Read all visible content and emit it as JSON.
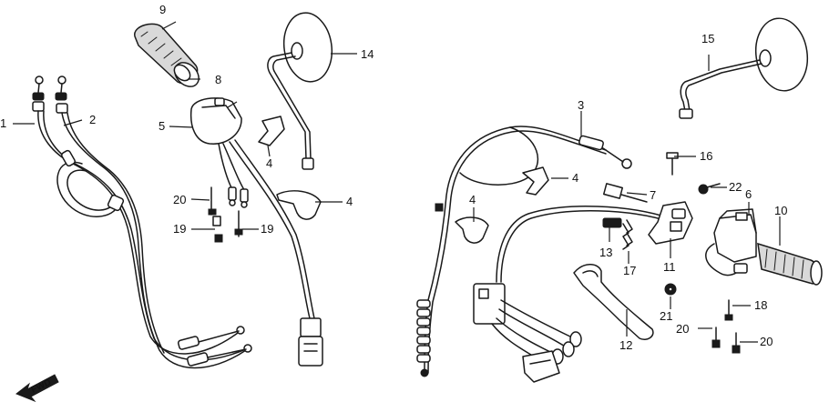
{
  "diagram": {
    "callouts": [
      {
        "id": "c1",
        "text": "1"
      },
      {
        "id": "c2",
        "text": "2"
      },
      {
        "id": "c3",
        "text": "3"
      },
      {
        "id": "c4a",
        "text": "4"
      },
      {
        "id": "c4b",
        "text": "4"
      },
      {
        "id": "c4c",
        "text": "4"
      },
      {
        "id": "c4d",
        "text": "4"
      },
      {
        "id": "c5",
        "text": "5"
      },
      {
        "id": "c6",
        "text": "6"
      },
      {
        "id": "c7",
        "text": "7"
      },
      {
        "id": "c8",
        "text": "8"
      },
      {
        "id": "c9",
        "text": "9"
      },
      {
        "id": "c10",
        "text": "10"
      },
      {
        "id": "c11",
        "text": "11"
      },
      {
        "id": "c12",
        "text": "12"
      },
      {
        "id": "c13",
        "text": "13"
      },
      {
        "id": "c14",
        "text": "14"
      },
      {
        "id": "c15",
        "text": "15"
      },
      {
        "id": "c16",
        "text": "16"
      },
      {
        "id": "c17",
        "text": "17"
      },
      {
        "id": "c18",
        "text": "18"
      },
      {
        "id": "c19a",
        "text": "19"
      },
      {
        "id": "c19b",
        "text": "19"
      },
      {
        "id": "c20a",
        "text": "20"
      },
      {
        "id": "c20b",
        "text": "20"
      },
      {
        "id": "c20c",
        "text": "20"
      },
      {
        "id": "c21",
        "text": "21"
      },
      {
        "id": "c22",
        "text": "22"
      }
    ],
    "direction_marker": {
      "text": "FWD",
      "icon": "arrow-icon"
    }
  }
}
